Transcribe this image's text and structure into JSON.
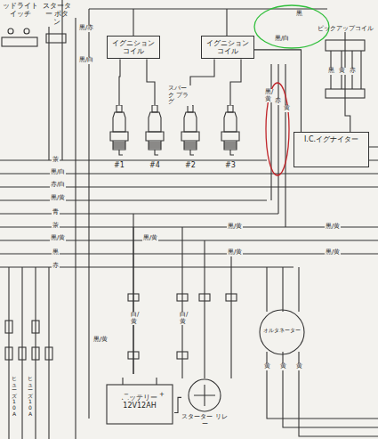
{
  "diagram": {
    "nodes": [
      {
        "text": [
          "ッドライト イッチ"
        ]
      },
      {
        "text": [
          "スターター ボタン"
        ]
      },
      {
        "text": [
          "イグニション コイル"
        ]
      },
      {
        "text": [
          "イグニション コイル"
        ]
      },
      {
        "text": [
          "#1"
        ]
      },
      {
        "text": [
          "#4"
        ]
      },
      {
        "text": [
          "#2"
        ]
      },
      {
        "text": [
          "#3"
        ]
      },
      {
        "text": [
          "ピックアップコイル"
        ]
      },
      {
        "text": [
          "I.C.イグナイター"
        ]
      },
      {
        "text": [
          "オルタネーター"
        ]
      },
      {
        "text": [
          "バッテリー 12V12AH"
        ]
      },
      {
        "text": [
          "スターター リレー"
        ]
      }
    ],
    "edges": [
      {
        "from": 2,
        "to": 4,
        "arrow": "none"
      },
      {
        "from": 2,
        "to": 5,
        "arrow": "none"
      },
      {
        "from": 3,
        "to": 6,
        "arrow": "none"
      },
      {
        "from": 3,
        "to": 7,
        "arrow": "none"
      },
      {
        "from": 8,
        "to": 9,
        "arrow": "none"
      },
      {
        "from": 3,
        "to": 9,
        "arrow": "none"
      },
      {
        "from": 11,
        "to": 12,
        "arrow": "none"
      }
    ],
    "labels": [
      "黒",
      "黒/白",
      "黒/赤",
      "黒/白",
      "スパーク プラグ",
      "黒/黄",
      "赤",
      "黄",
      "黒",
      "黄",
      "赤",
      "茶",
      "黒/白",
      "赤/白",
      "黒/黄",
      "青",
      "茶",
      "黒/黄",
      "黒",
      "赤",
      "黒/黄",
      "黒/黄",
      "黒/黄",
      "黒/黄",
      "黒/黄",
      "白/黄",
      "白/黄",
      "黒/黄",
      "−",
      "+",
      "ヒューズ10A",
      "ヒューズ10A",
      "黄",
      "黄",
      "黄"
    ]
  }
}
